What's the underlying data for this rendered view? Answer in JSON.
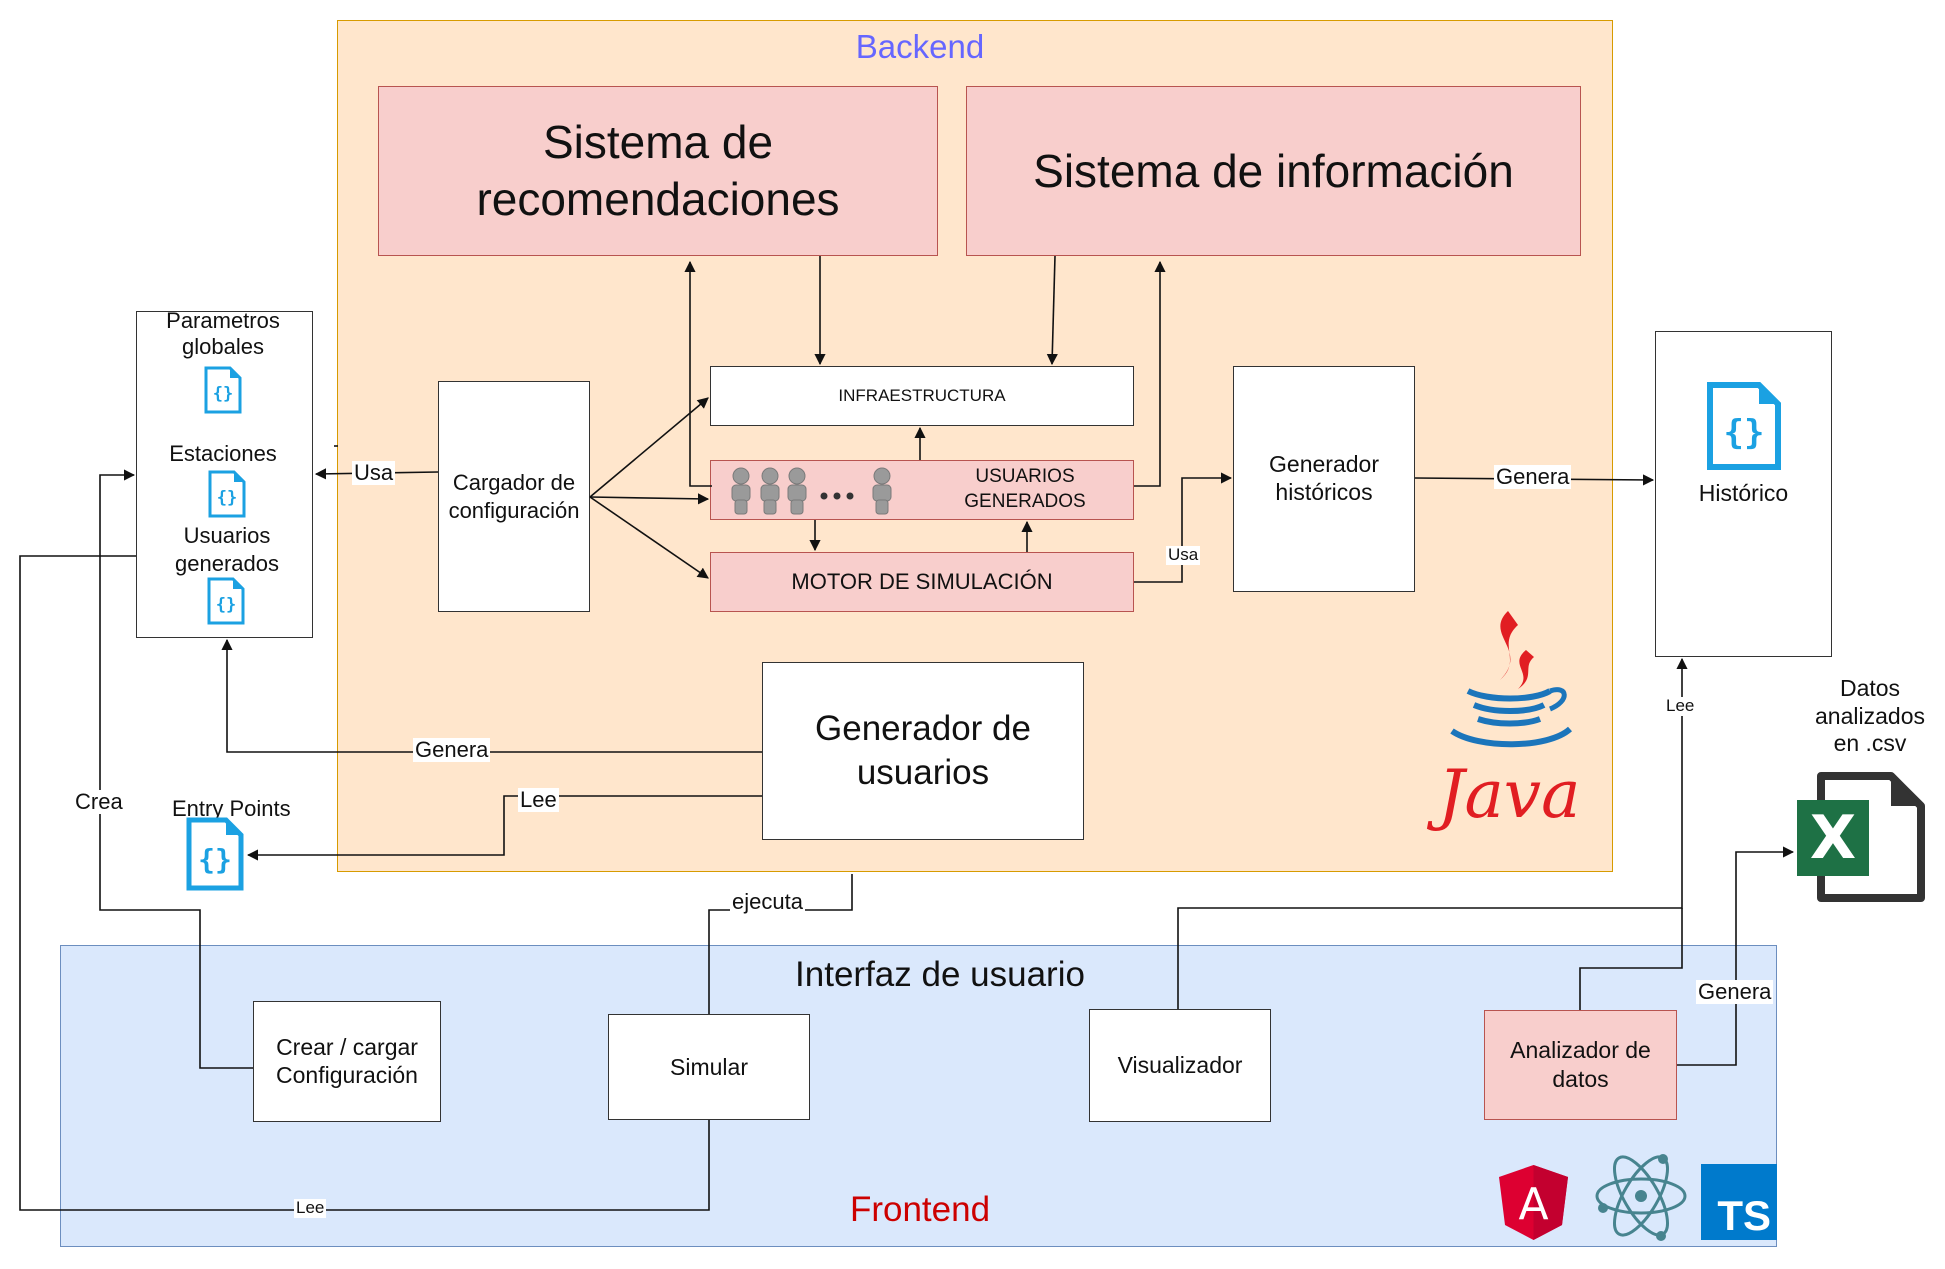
{
  "backend": {
    "title": "Backend",
    "recomendaciones": "Sistema de recomendaciones",
    "informacion": "Sistema de información",
    "infraestructura": "INFRAESTRUCTURA",
    "usuarios_generados_box": "USUARIOS GENERADOS",
    "motor": "MOTOR DE SIMULACIÓN",
    "cargador": "Cargador de configuración",
    "generador_historicos": "Generador históricos",
    "generador_usuarios": "Generador de usuarios",
    "java_logo": "Java"
  },
  "files": {
    "parametros": "Parametros globales",
    "estaciones": "Estaciones",
    "usuarios_generados": "Usuarios generados",
    "entry_points": "Entry Points",
    "historico": "Histórico",
    "datos_csv": "Datos analizados en .csv"
  },
  "frontend": {
    "title": "Interfaz de usuario",
    "subtitle": "Frontend",
    "crear": "Crear / cargar Configuración",
    "simular": "Simular",
    "visualizador": "Visualizador",
    "analizador": "Analizador de datos",
    "tech_icons": [
      "angular-icon",
      "electron-icon",
      "typescript-icon"
    ],
    "ts_badge": "TS",
    "angular_badge": "A",
    "excel_badge": "X"
  },
  "edge_labels": {
    "usa_cargador": "Usa",
    "usa_motor": "Usa",
    "genera_historico": "Genera",
    "genera_usuarios": "Genera",
    "lee_entry": "Lee",
    "crea": "Crea",
    "ejecuta": "ejecuta",
    "lee_historico": "Lee",
    "genera_csv": "Genera",
    "lee_bottom": "Lee"
  },
  "colors": {
    "backend_fill": "#ffe6cc",
    "frontend_fill": "#dae8fc",
    "pink_fill": "#f8cecc",
    "backend_title": "#6666ff",
    "frontend_title": "#cc0000",
    "json_icon": "#1ba1e2",
    "java_red": "#e11e22",
    "java_blue": "#1b75bb",
    "excel_green": "#1e7145"
  }
}
